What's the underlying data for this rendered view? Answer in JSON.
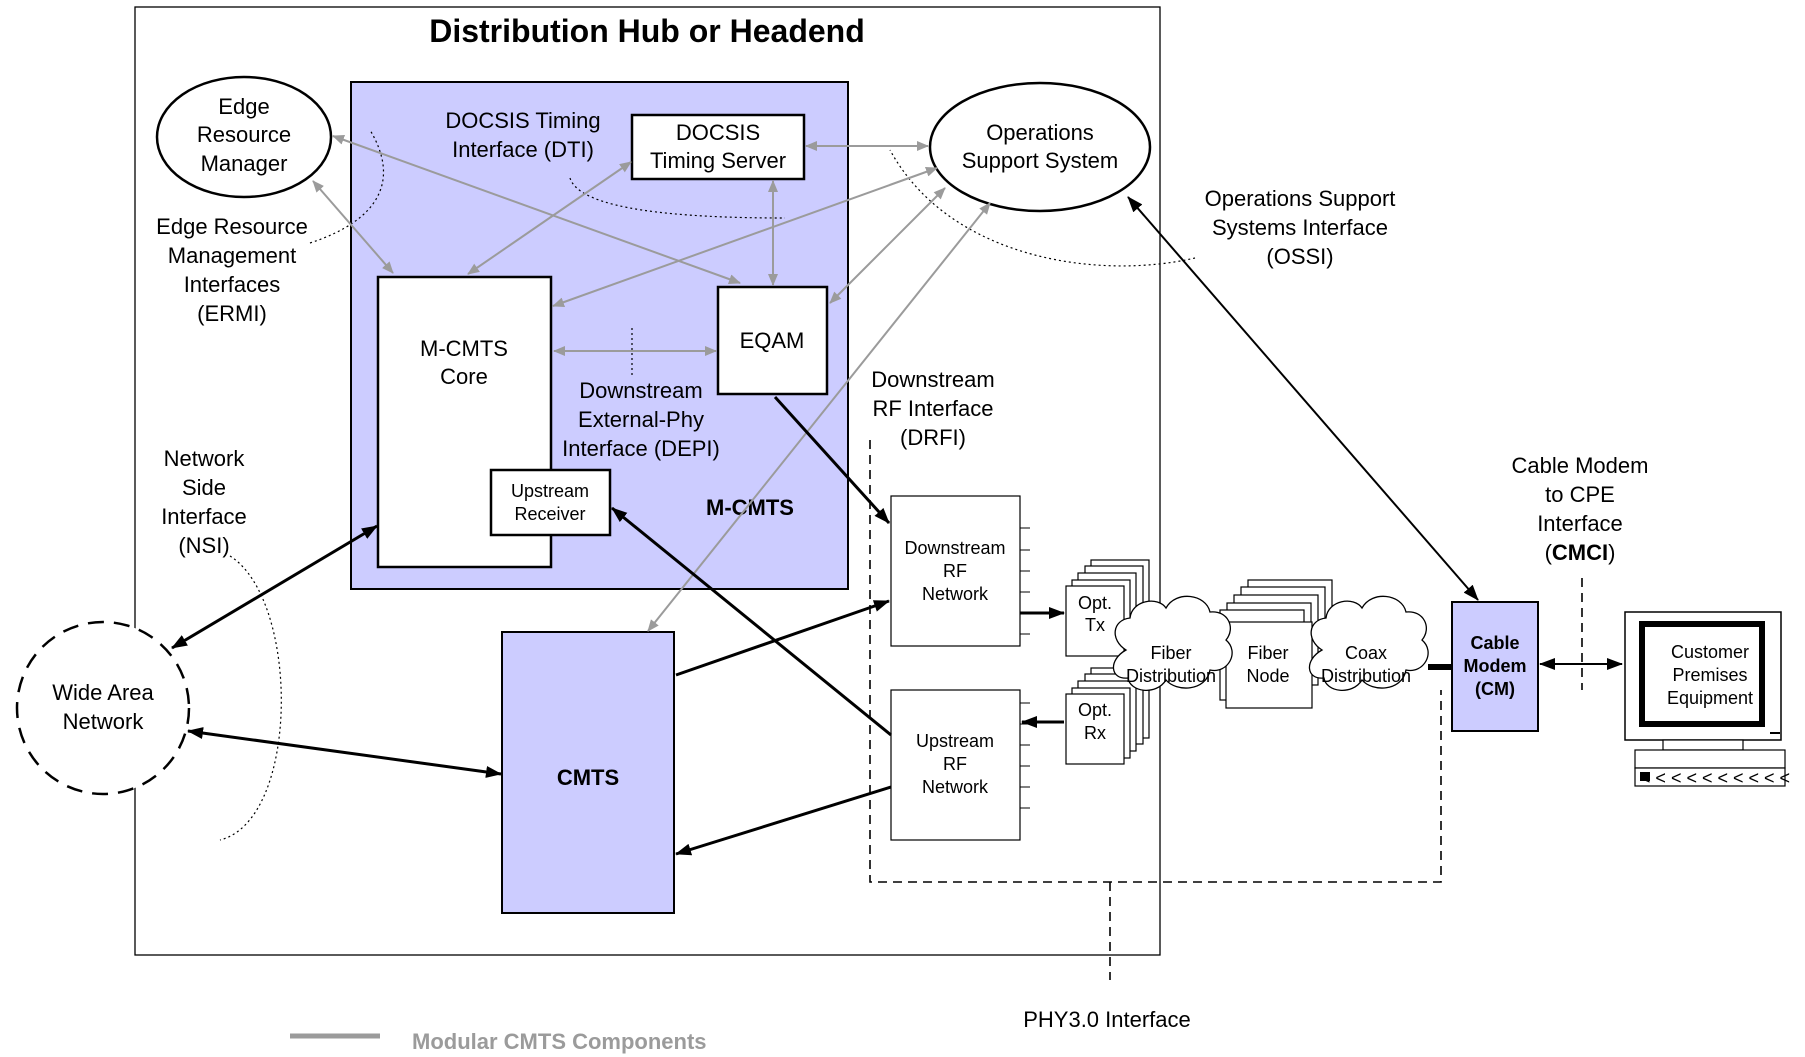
{
  "title": "Distribution Hub or Headend",
  "nodes": {
    "edge_resource_manager": [
      "Edge",
      "Resource",
      "Manager"
    ],
    "docsis_timing_server": [
      "DOCSIS",
      "Timing Server"
    ],
    "operations_support_system": [
      "Operations",
      "Support System"
    ],
    "mcmts_core": [
      "M-CMTS",
      "Core"
    ],
    "eqam": "EQAM",
    "upstream_receiver": [
      "Upstream",
      "Receiver"
    ],
    "mcmts": "M-CMTS",
    "cmts": "CMTS",
    "wide_area_network": [
      "Wide Area",
      "Network"
    ],
    "downstream_rf_network": [
      "Downstream",
      "RF",
      "Network"
    ],
    "upstream_rf_network": [
      "Upstream",
      "RF",
      "Network"
    ],
    "opt_tx": [
      "Opt.",
      "Tx"
    ],
    "opt_rx": [
      "Opt.",
      "Rx"
    ],
    "fiber_distribution": [
      "Fiber",
      "Distribution"
    ],
    "fiber_node": [
      "Fiber",
      "Node"
    ],
    "coax_distribution": [
      "Coax",
      "Distribution"
    ],
    "cable_modem": [
      "Cable",
      "Modem",
      "(CM)"
    ],
    "customer_premises_equipment": [
      "Customer",
      "Premises",
      "Equipment"
    ]
  },
  "interfaces": {
    "dti": [
      "DOCSIS Timing",
      "Interface (DTI)"
    ],
    "ermi": [
      "Edge Resource",
      "Management",
      "Interfaces",
      "(ERMI)"
    ],
    "ossi": [
      "Operations Support",
      "Systems Interface",
      "(OSSI)"
    ],
    "depi": [
      "Downstream",
      "External-Phy",
      "Interface (DEPI)"
    ],
    "drfi": [
      "Downstream",
      "RF Interface",
      "(DRFI)"
    ],
    "nsi": [
      "Network",
      "Side",
      "Interface",
      "(NSI)"
    ],
    "cmci_lines": [
      "Cable Modem",
      "to CPE",
      "Interface"
    ],
    "cmci_open": "(",
    "cmci_bold": "CMCI",
    "cmci_close": ")",
    "phy": "PHY3.0 Interface"
  },
  "legend": {
    "label": "Modular CMTS Components",
    "line_color": "#9b9b9b"
  },
  "colors": {
    "component_fill": "#ccccff",
    "gray_arrow": "#9b9b9b",
    "legend_text": "#9b9b9b"
  }
}
